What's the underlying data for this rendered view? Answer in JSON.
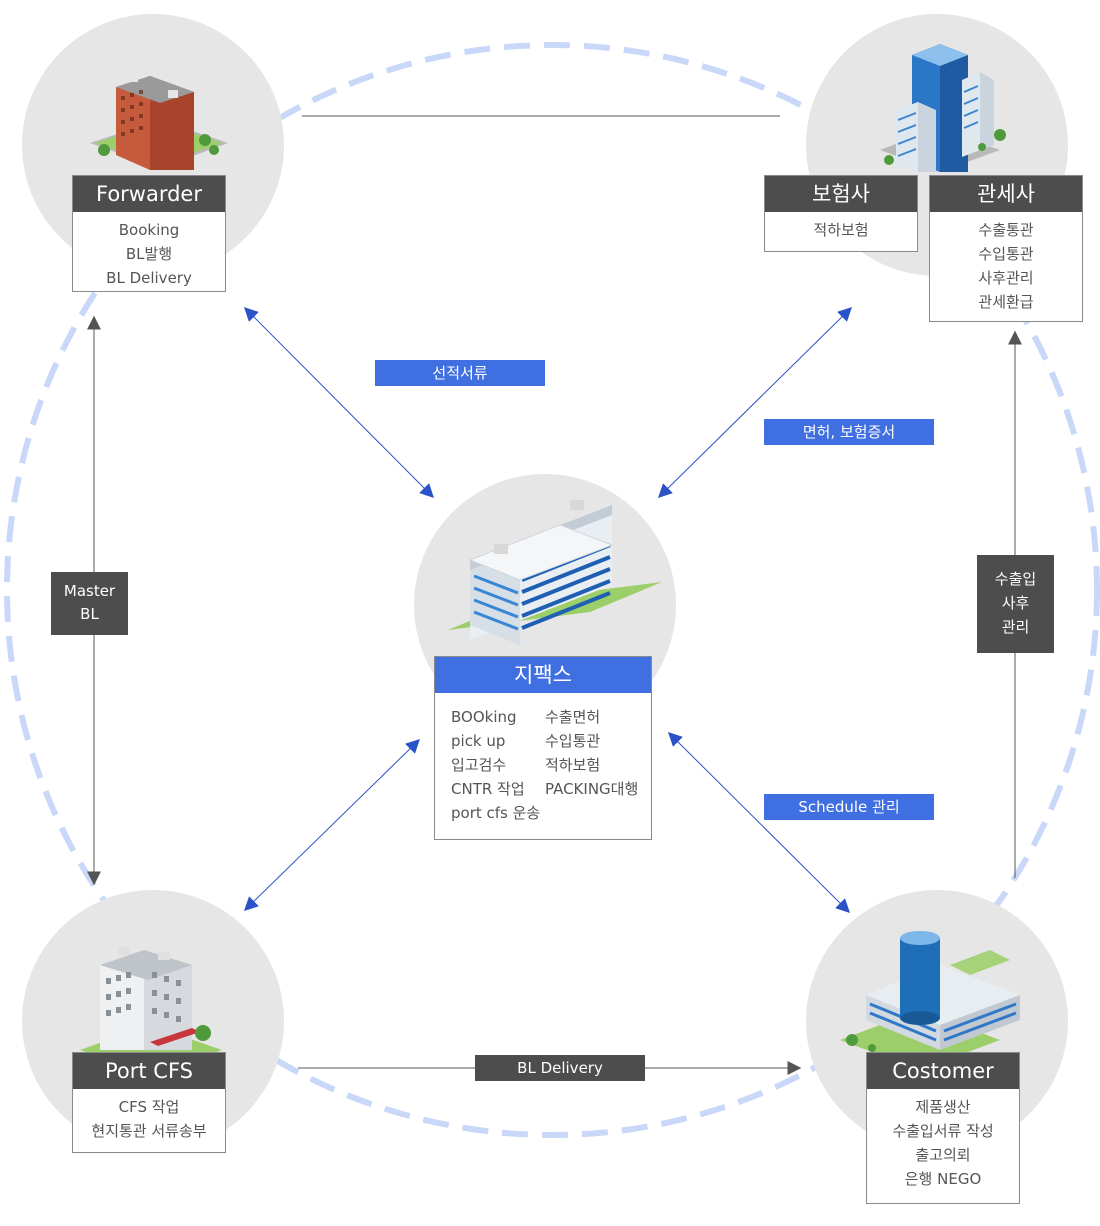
{
  "colors": {
    "accent": "#3f6fe0",
    "dark_label": "#4d4d4d",
    "ring": "#c9d8f8",
    "circle": "#e6e6e6"
  },
  "nodes": {
    "forwarder": {
      "title": "Forwarder",
      "items": [
        "Booking",
        "BL발행",
        "BL Delivery"
      ]
    },
    "insurance": {
      "title": "보험사",
      "items": [
        "적하보험"
      ]
    },
    "customs": {
      "title": "관세사",
      "items": [
        "수출통관",
        "수입통관",
        "사후관리",
        "관세환급"
      ]
    },
    "hub": {
      "title": "지팩스",
      "left_items": [
        "BOOking",
        "pick up",
        "입고검수",
        "CNTR 작업",
        "port cfs 운송"
      ],
      "right_items": [
        "수출면허",
        "수입통관",
        "적하보험",
        "PACKING대행"
      ]
    },
    "port_cfs": {
      "title": "Port CFS",
      "items": [
        "CFS 작업",
        "현지통관 서류송부"
      ]
    },
    "customer": {
      "title": "Costomer",
      "items": [
        "제품생산",
        "수출입서류 작성",
        "출고의뢰",
        "은행 NEGO"
      ]
    }
  },
  "edge_labels": {
    "shipping_docs": "선적서류",
    "license_cert": "면허, 보험증서",
    "schedule": "Schedule 관리",
    "bl_delivery": "BL Delivery",
    "master_bl": [
      "Master",
      "BL"
    ],
    "post_management": [
      "수출입",
      "사후",
      "관리"
    ]
  },
  "icons": {
    "forwarder": "red-brick-building-icon",
    "insurance_customs": "blue-glass-towers-icon",
    "hub": "white-office-building-icon",
    "port_cfs": "grey-warehouse-building-icon",
    "customer": "factory-complex-icon"
  }
}
